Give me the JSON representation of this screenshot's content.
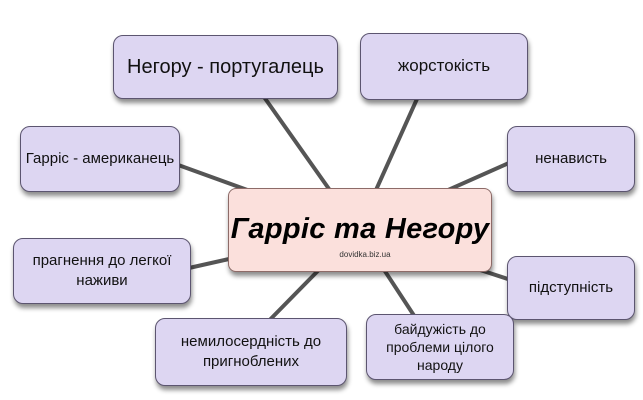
{
  "center": {
    "title": "Гарріс та Негору"
  },
  "watermark": "dovidka.biz.ua",
  "nodes": [
    {
      "label": "Негору - португалець"
    },
    {
      "label": "жорстокість"
    },
    {
      "label": "Гарріс - американець"
    },
    {
      "label": "ненависть"
    },
    {
      "label": "прагнення до легкої наживи"
    },
    {
      "label": "підступність"
    },
    {
      "label": "немилосердність до пригноблених"
    },
    {
      "label": "байдужість до проблеми цілого народу"
    }
  ],
  "colors": {
    "node_fill": "#ddd6f2",
    "center_fill": "#fbe0dc",
    "line": "#555555"
  }
}
